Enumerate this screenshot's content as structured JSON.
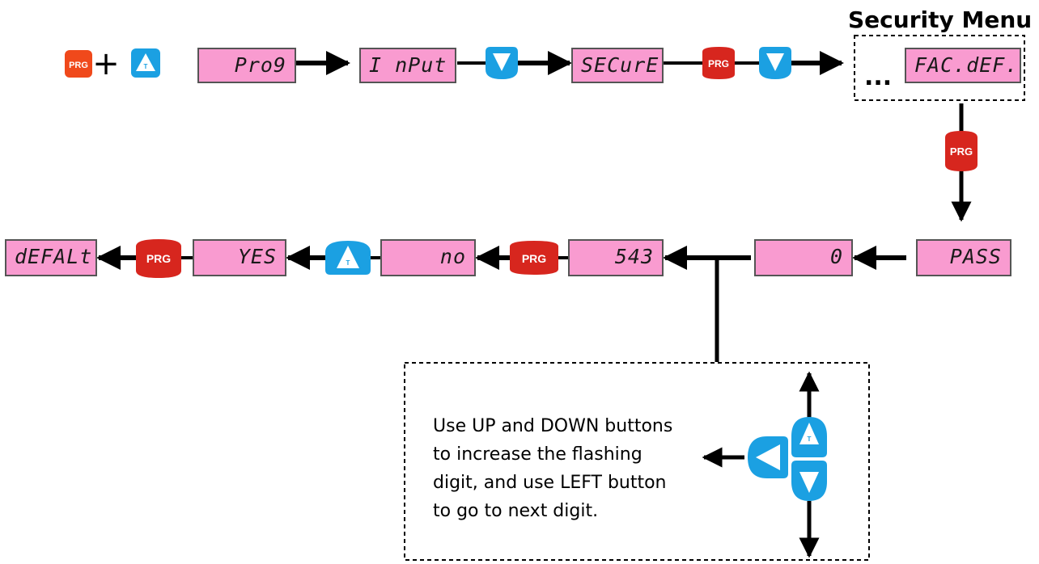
{
  "title": "Security Menu",
  "displays": {
    "prog": "Pro9",
    "input": "I nPut",
    "secure": "SECurE",
    "fac_def": "FAC.dEF.",
    "pass": "PASS",
    "zero": "0",
    "code": "543",
    "no": "no",
    "yes": "YES",
    "default": "dEFALt"
  },
  "buttons": {
    "prg": "PRG",
    "up_letter": "T"
  },
  "symbols": {
    "plus": "+",
    "ellipsis": "..."
  },
  "note": {
    "line1": "Use UP and DOWN buttons",
    "line2": "to increase the flashing",
    "line3": "digit, and use LEFT button",
    "line4": "to go to next digit."
  },
  "colors": {
    "lcd_bg": "#f99bd0",
    "prg_orange": "#f0491b",
    "prg_red": "#d7261e",
    "blue_button": "#1ba0e2"
  },
  "icons": [
    "prg-button-icon",
    "up-button-icon",
    "down-button-icon",
    "left-button-icon",
    "arrow-icon"
  ]
}
